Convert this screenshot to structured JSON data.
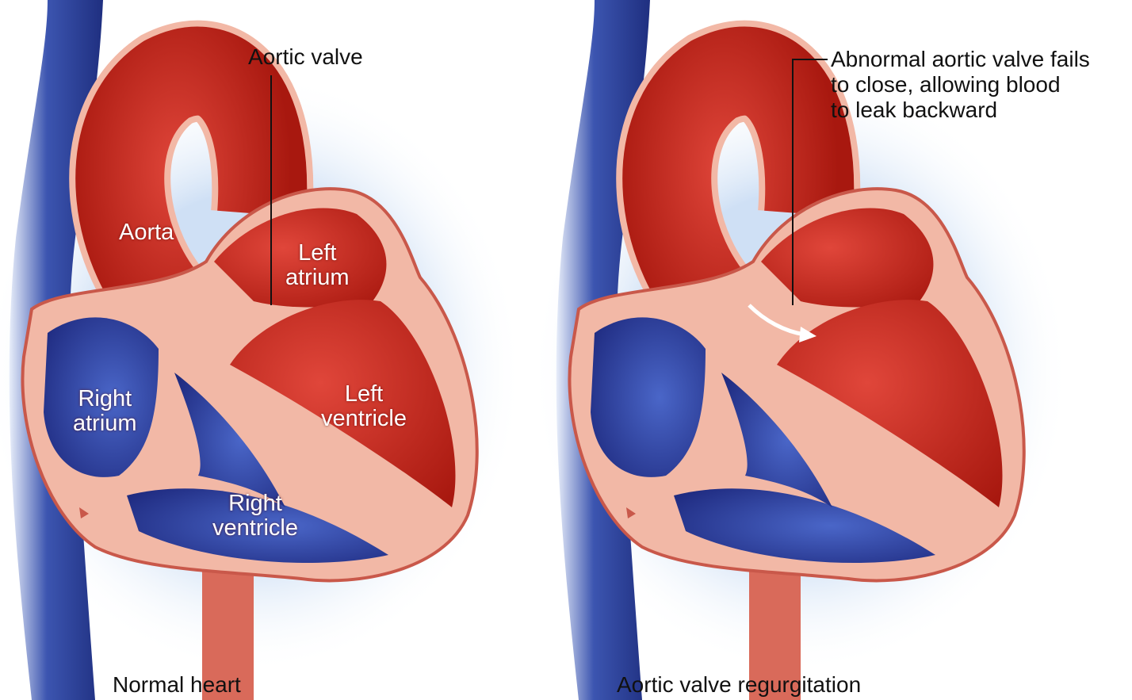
{
  "panels": [
    {
      "caption": "Normal heart",
      "labels": {
        "aortic_valve": "Aortic valve",
        "aorta": "Aorta",
        "left_atrium": [
          "Left",
          "atrium"
        ],
        "right_atrium": [
          "Right",
          "atrium"
        ],
        "left_ventricle": [
          "Left",
          "ventricle"
        ],
        "right_ventricle": [
          "Right",
          "ventricle"
        ]
      }
    },
    {
      "caption": "Aortic valve regurgitation",
      "callout": [
        "Abnormal aortic valve fails",
        "to close, allowing blood",
        "to leak backward"
      ]
    }
  ],
  "colors": {
    "oxygenated": "#c8281e",
    "deoxygenated": "#2a3fa0",
    "wall": "#f2b8a6"
  }
}
